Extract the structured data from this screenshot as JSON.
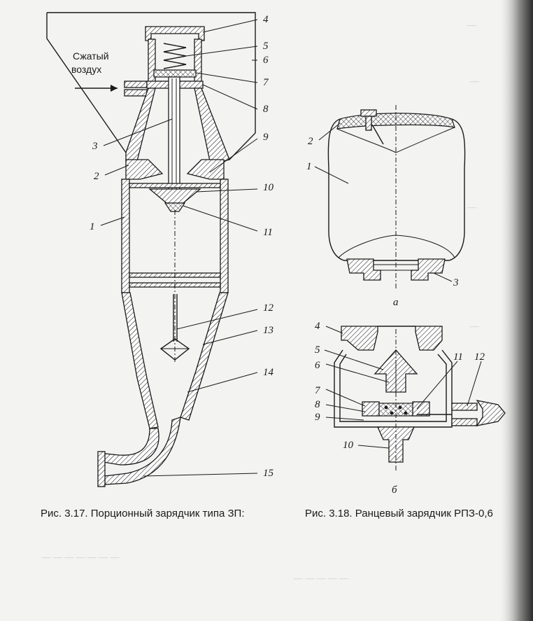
{
  "figure_317": {
    "inlet_label_line1": "Сжатый",
    "inlet_label_line2": "воздух",
    "part_numbers": [
      "1",
      "2",
      "3",
      "4",
      "5",
      "6",
      "7",
      "8",
      "9",
      "10",
      "11",
      "12",
      "13",
      "14",
      "15"
    ],
    "caption": "Рис. 3.17. Порционный зарядчик типа ЗП:"
  },
  "figure_318": {
    "view_a_parts": [
      "1",
      "2",
      "3"
    ],
    "view_a_label": "а",
    "view_b_parts": [
      "4",
      "5",
      "6",
      "7",
      "8",
      "9",
      "10",
      "11",
      "12"
    ],
    "view_b_label": "б",
    "caption": "Рис. 3.18. Ранцевый зарядчик РПЗ-0,6"
  }
}
